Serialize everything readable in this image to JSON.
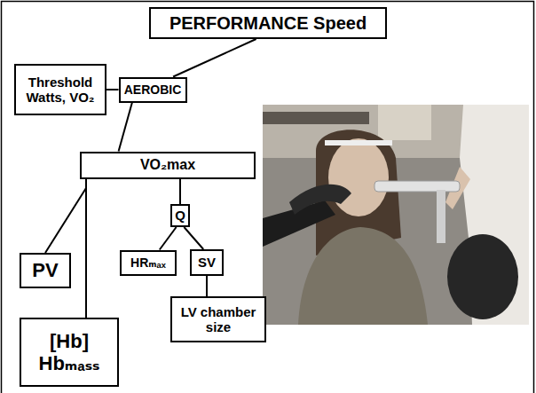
{
  "diagram": {
    "nodes": [
      {
        "text": [
          "PERFORMANCE Speed"
        ]
      },
      {
        "text": [
          "Threshold Watts, VO₂"
        ]
      },
      {
        "text": [
          "AEROBIC"
        ]
      },
      {
        "text": [
          "VO₂max"
        ]
      },
      {
        "text": [
          "PV"
        ]
      },
      {
        "text": [
          "Q"
        ]
      },
      {
        "text": [
          "HRₘₐₓ"
        ]
      },
      {
        "text": [
          "SV"
        ]
      },
      {
        "text": [
          "LV chamber size"
        ]
      },
      {
        "text": [
          "[Hb] Hbₘₐₛₛ"
        ]
      }
    ],
    "edges": [
      {
        "from": 0,
        "to": 2,
        "arrow": "none"
      },
      {
        "from": 2,
        "to": 1,
        "arrow": "none"
      },
      {
        "from": 2,
        "to": 3,
        "arrow": "none"
      },
      {
        "from": 3,
        "to": 4,
        "arrow": "none"
      },
      {
        "from": 3,
        "to": 9,
        "arrow": "none"
      },
      {
        "from": 3,
        "to": 5,
        "arrow": "none"
      },
      {
        "from": 5,
        "to": 6,
        "arrow": "none"
      },
      {
        "from": 5,
        "to": 7,
        "arrow": "none"
      },
      {
        "from": 7,
        "to": 8,
        "arrow": "none"
      }
    ]
  }
}
